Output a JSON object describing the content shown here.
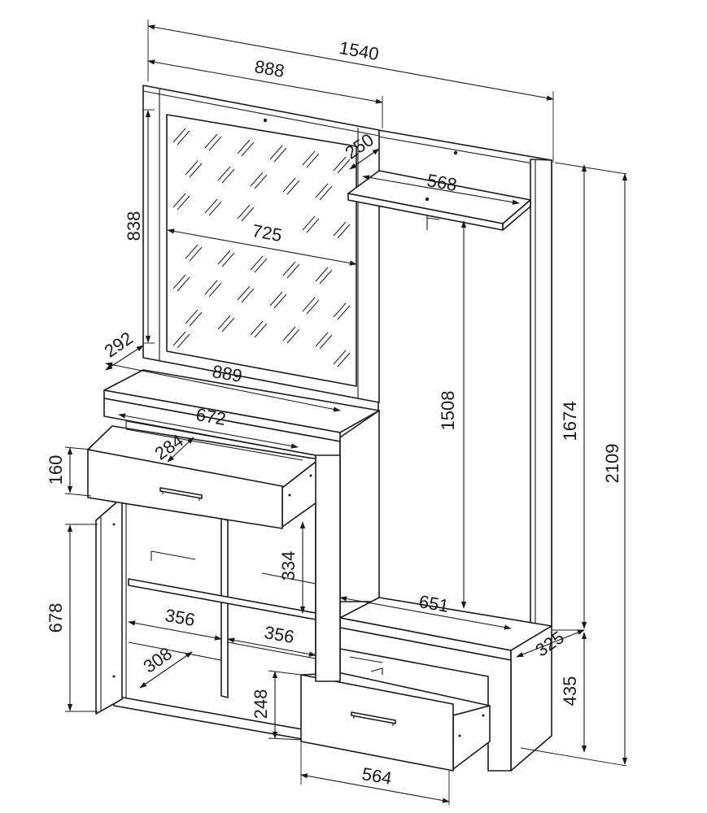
{
  "diagram": {
    "dimensions": {
      "total_width": "1540",
      "mirror_panel_width": "888",
      "shelf_depth": "250",
      "shelf_width": "568",
      "mirror_height": "838",
      "mirror_width": "725",
      "cabinet_depth": "292",
      "cabinet_width": "889",
      "drawer_inner_width": "672",
      "drawer_depth": "284",
      "drawer_height": "160",
      "hanging_height": "1508",
      "side_height": "1674",
      "total_height": "2109",
      "compartment_height": "334",
      "bench_width": "651",
      "door_height": "678",
      "compartment_width_left": "356",
      "compartment_width_right": "356",
      "bench_depth": "325",
      "inner_depth": "308",
      "lower_height": "248",
      "bench_height": "435",
      "bottom_drawer_width": "564"
    }
  }
}
